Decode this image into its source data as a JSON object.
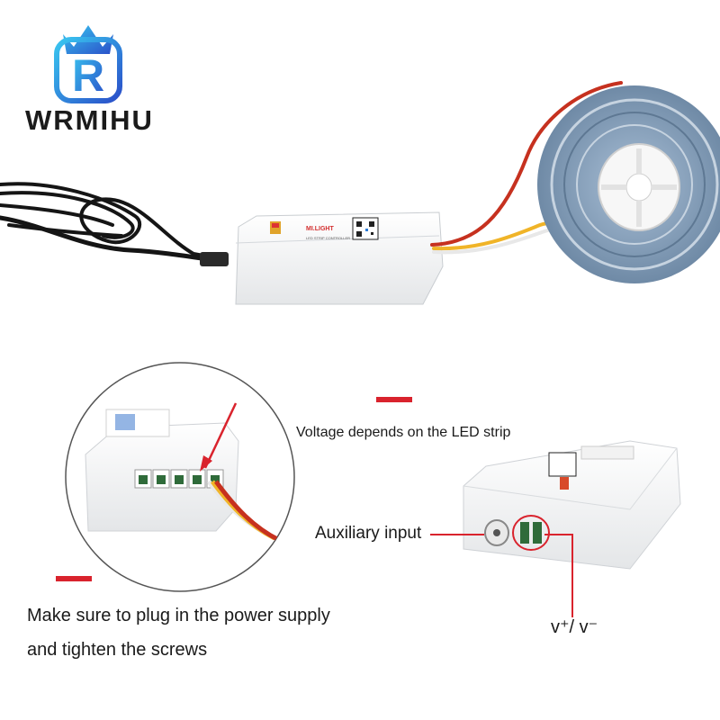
{
  "brand": {
    "name": "WRMIHU",
    "logo_letter": "R"
  },
  "product_label": {
    "box_brand": "MI.LIGHT",
    "box_model_line": "LED STRIP CONTROLLER"
  },
  "labels": {
    "voltage_note": "Voltage depends on the LED strip",
    "auxiliary_input": "Auxiliary input",
    "power_supply_line1": "Make sure to plug in the power supply",
    "power_supply_line2": "and tighten the screws",
    "polarity": "v⁺/ v⁻"
  },
  "colors": {
    "accent_red": "#d9232d",
    "logo_blue": "#2a4fc9",
    "wire_red": "#c6311f",
    "wire_yellow": "#f0b428"
  }
}
